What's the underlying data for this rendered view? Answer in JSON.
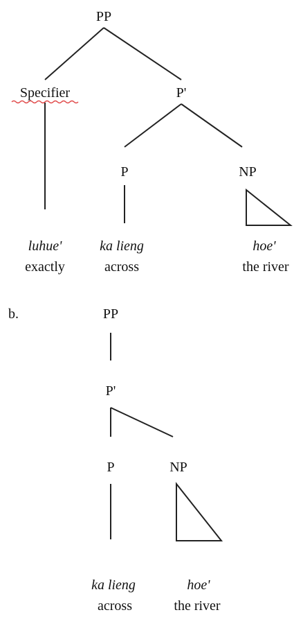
{
  "tree_a": {
    "root": "PP",
    "specifier": "Specifier",
    "p_bar": "P'",
    "p": "P",
    "np": "NP",
    "words": {
      "spec_word": "luhue'",
      "spec_gloss": "exactly",
      "p_word": "ka lieng",
      "p_gloss": "across",
      "np_word": "hoe'",
      "np_gloss": "the river"
    }
  },
  "tree_b": {
    "label": "b.",
    "root": "PP",
    "p_bar": "P'",
    "p": "P",
    "np": "NP",
    "words": {
      "p_word": "ka lieng",
      "p_gloss": "across",
      "np_word": "hoe'",
      "np_gloss": "the river"
    }
  },
  "colors": {
    "ink": "#111111",
    "spell_underline": "#e14b4b"
  }
}
